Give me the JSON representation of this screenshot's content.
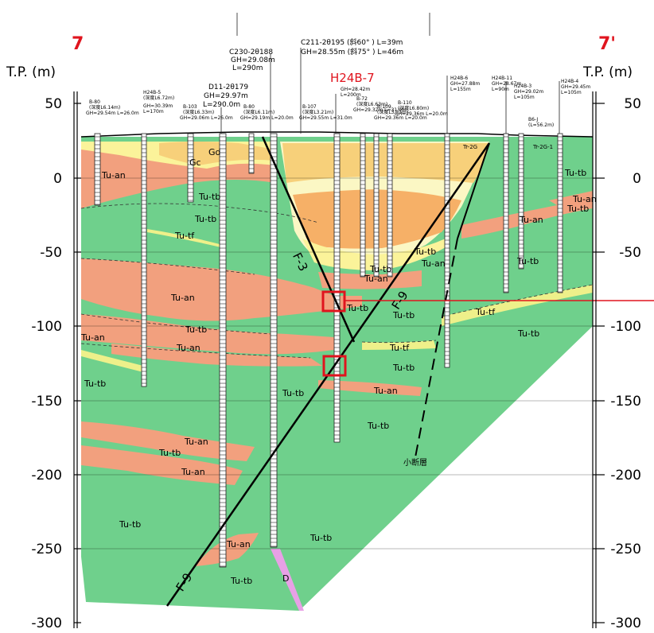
{
  "section": {
    "left_label": "7",
    "right_label": "7'",
    "borehole_highlight": "H24B-7"
  },
  "axis": {
    "title_left": "T.P. (m)",
    "title_right": "T.P. (m)",
    "ticks": [
      "50",
      "0",
      "-50",
      "-100",
      "-150",
      "-200",
      "-250",
      "-300"
    ]
  },
  "boreholes_top": [
    {
      "id": "C230-2θ188",
      "lines": [
        "C230-2θ188",
        "GH=29.08m",
        "L=290m"
      ]
    },
    {
      "id": "D11-2θ179",
      "lines": [
        "D11-2θ179",
        "GH=29.97m",
        "L=290.0m"
      ]
    },
    {
      "id": "C211-2θ195",
      "lines": [
        "C211-2θ195 (斜60° ) L=39m",
        "GH=28.55m (斜75° ) L=46m"
      ]
    }
  ],
  "borehole_small": [
    {
      "lines": [
        "B-80",
        "(深度L6.14m)",
        "GH=29.54m L=26.0m"
      ]
    },
    {
      "lines": [
        "H24B-5",
        "(深度L6.72m)",
        "GH=30.39m",
        "L=170m"
      ]
    },
    {
      "lines": [
        "B-103",
        "(深度L6.33m)",
        "GH=29.06m L=26.0m"
      ]
    },
    {
      "lines": [
        "B-80",
        "(深度L6.11m)",
        "GH=29.19m L=20.0m"
      ]
    },
    {
      "lines": [
        "B-107",
        "(深度L3.21m)",
        "GH=29.55m L=31.0m"
      ]
    },
    {
      "lines": [
        "GH=28.42m",
        "L=200m"
      ]
    },
    {
      "lines": [
        "B-72",
        "(深度L6.63m)",
        "GH=29.32m L=31.0m"
      ]
    },
    {
      "lines": [
        "B-109",
        "(深度L3.21m)",
        "GH=29.36m L=20.0m"
      ]
    },
    {
      "lines": [
        "B-110",
        "(深度L6.80m)",
        "GH=29.36m L=20.0m"
      ]
    },
    {
      "lines": [
        "H24B-6",
        "GH=27.88m",
        "L=155m"
      ]
    },
    {
      "lines": [
        "H24B-11",
        "GH=28.67m",
        "L=90m"
      ]
    },
    {
      "lines": [
        "H24B-3",
        "GH=29.02m",
        "L=105m"
      ]
    },
    {
      "lines": [
        "H24B-4",
        "GH=29.45m",
        "L=105m"
      ]
    },
    {
      "lines": [
        "B6-J",
        "(L=56.2m)"
      ]
    }
  ],
  "units": {
    "Tu_an": "Tu-an",
    "Tu_tb": "Tu-tb",
    "Tu_tf": "Tu-tf",
    "Gc": "Gc",
    "Gd": "Gd",
    "D": "D",
    "Tr2G": "Tr-2G",
    "Tr2G1": "Tr-2G-1"
  },
  "faults": {
    "F3": "F-3",
    "F9": "F-9",
    "minor": "小断層"
  },
  "colors": {
    "tu_tb": "#6fd08c",
    "tu_an": "#f2a07e",
    "tu_tf": "#eef08a",
    "gc": "#fbf39a",
    "gd": "#f7d07a",
    "sd": "#f6b067",
    "upper": "#fbf7c4",
    "d": "#e8a0e6",
    "red": "#e0141e"
  }
}
